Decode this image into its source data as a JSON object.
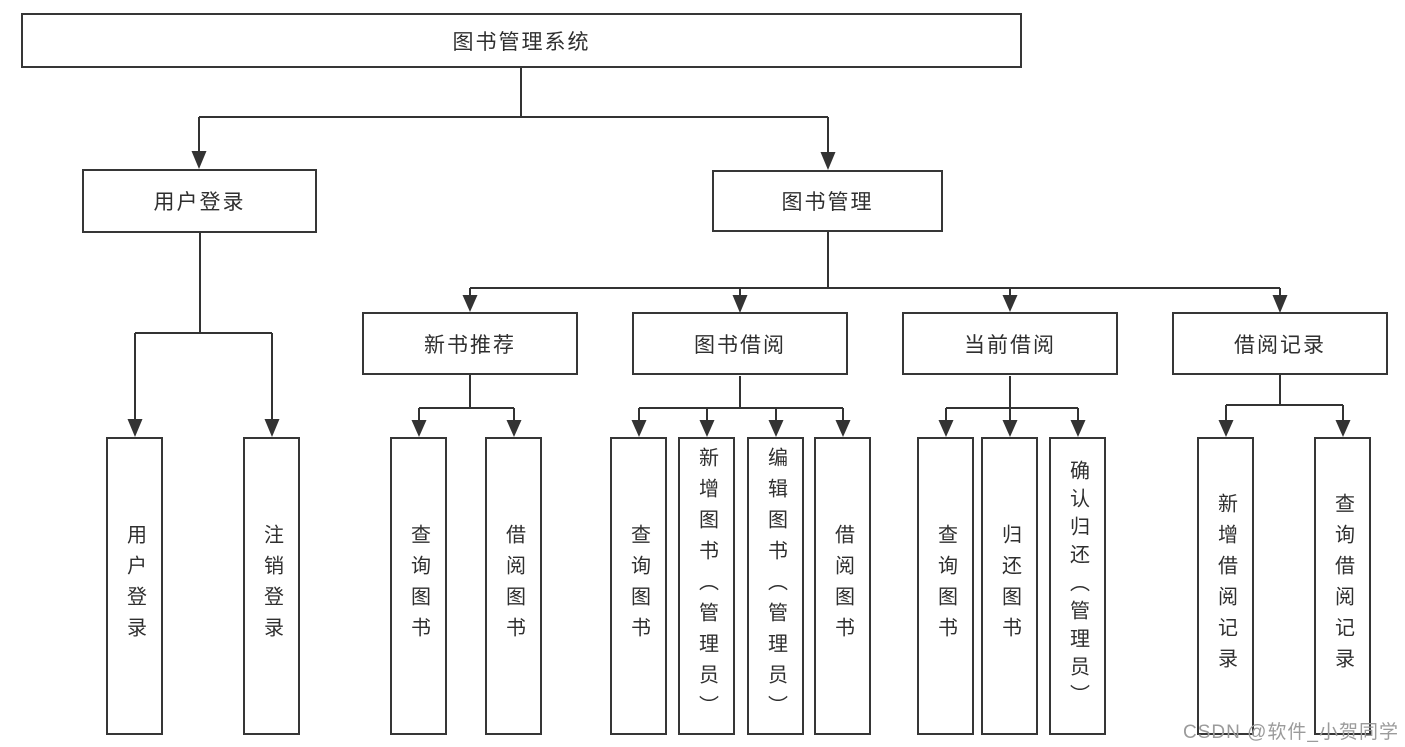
{
  "diagram": {
    "title": "图书管理系统",
    "level2": [
      {
        "label": "用户登录"
      },
      {
        "label": "图书管理"
      }
    ],
    "level3": [
      {
        "label": "新书推荐",
        "parent": "图书管理"
      },
      {
        "label": "图书借阅",
        "parent": "图书管理"
      },
      {
        "label": "当前借阅",
        "parent": "图书管理"
      },
      {
        "label": "借阅记录",
        "parent": "图书管理"
      }
    ],
    "leaves": [
      {
        "label": "用户登录",
        "parent": "用户登录"
      },
      {
        "label": "注销登录",
        "parent": "用户登录"
      },
      {
        "label": "查询图书",
        "parent": "新书推荐"
      },
      {
        "label": "借阅图书",
        "parent": "新书推荐"
      },
      {
        "label": "查询图书",
        "parent": "图书借阅"
      },
      {
        "label": "新增图书（管理员）",
        "parent": "图书借阅"
      },
      {
        "label": "编辑图书（管理员）",
        "parent": "图书借阅"
      },
      {
        "label": "借阅图书",
        "parent": "图书借阅"
      },
      {
        "label": "查询图书",
        "parent": "当前借阅"
      },
      {
        "label": "归还图书",
        "parent": "当前借阅"
      },
      {
        "label": "确认归还（管理员）",
        "parent": "当前借阅"
      },
      {
        "label": "新增借阅记录",
        "parent": "借阅记录"
      },
      {
        "label": "查询借阅记录",
        "parent": "借阅记录"
      }
    ]
  },
  "colors": {
    "line": "#333333",
    "border": "#363636",
    "text": "#2f2f2f",
    "watermark": "#9b9b9b",
    "background": "#ffffff"
  },
  "watermark": {
    "text": "CSDN @软件_小贺同学"
  }
}
